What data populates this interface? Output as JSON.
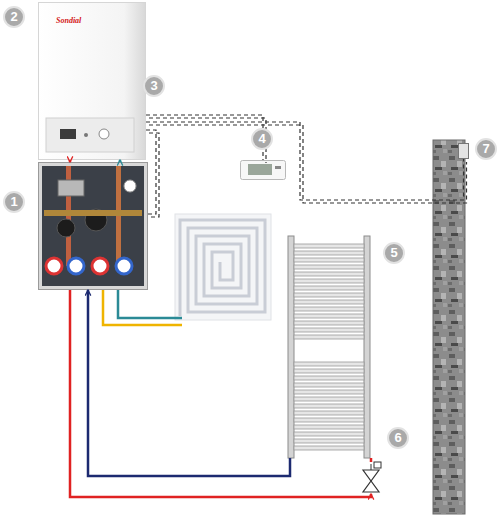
{
  "diagram": {
    "nodes": [
      {
        "text": [
          "2",
          "Sondial"
        ]
      },
      {
        "text": [
          "1"
        ]
      },
      {
        "text": [
          "4"
        ]
      },
      {
        "text": [
          "5"
        ]
      },
      {
        "text": [
          "6"
        ]
      },
      {
        "text": [
          "7"
        ]
      }
    ],
    "edges": [
      {
        "from": 0,
        "to": 1,
        "arrow": "to"
      },
      {
        "from": 1,
        "to": 0,
        "arrow": "to"
      },
      {
        "from": 0,
        "to": 1,
        "arrow": "none"
      },
      {
        "from": 0,
        "to": 2,
        "arrow": "none"
      },
      {
        "from": 0,
        "to": 5,
        "arrow": "none"
      },
      {
        "from": 1,
        "to": 4,
        "arrow": "to"
      },
      {
        "from": 4,
        "to": 3,
        "arrow": "none"
      },
      {
        "from": 3,
        "to": 1,
        "arrow": "to"
      }
    ],
    "labels": [
      "3"
    ]
  }
}
